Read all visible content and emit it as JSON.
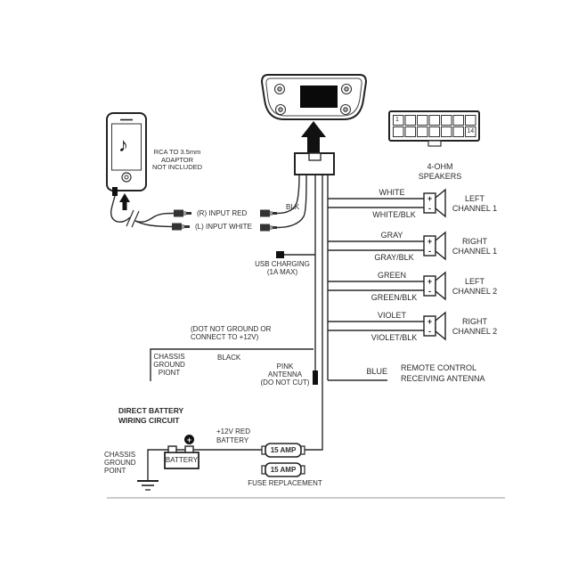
{
  "title": "Stereo head unit wiring diagram",
  "colors": {
    "line": "#2a2a2a",
    "fill_dark": "#111111",
    "divider": "#9a9a9a"
  },
  "icons": {
    "music_note": "♪",
    "plus": "+",
    "minus": "-",
    "battery_plus": "+"
  },
  "labels": {
    "adaptor_note": "RCA TO 3.5mm\nADAPTOR\nNOT INCLUDED",
    "rca_r": "(R) INPUT RED",
    "rca_l": "(L) INPUT WHITE",
    "blk": "BLK",
    "usb": "USB CHARGING\n(1A MAX)",
    "speakers_heading": "4-OHM\nSPEAKERS",
    "blue": "BLUE",
    "remote": "REMOTE CONTROL\nRECEIVING ANTENNA",
    "dot_not": "(DOT NOT GROUND OR\nCONNECT TO +12V)",
    "black": "BLACK",
    "chassis_ground_upper": "CHASSIS\nGROUND\nPIONT",
    "pink_antenna": "PINK\nANTENNA\n(DO NOT CUT)",
    "direct_battery": "DIRECT BATTERY\nWIRING CIRCUIT",
    "v12_red": "+12V RED\nBATTERY",
    "battery": "BATTERY",
    "fuse1": "15 AMP",
    "fuse2": "15 AMP",
    "fuse_replacement": "FUSE REPLACEMENT",
    "chassis_ground_lower": "CHASSIS\nGROUND\nPOINT",
    "pin_first": "1",
    "pin_last": "14"
  },
  "speaker_rows": [
    {
      "top": "WHITE",
      "bottom": "WHITE/BLK",
      "channel": "LEFT\nCHANNEL 1"
    },
    {
      "top": "GRAY",
      "bottom": "GRAY/BLK",
      "channel": "RIGHT\nCHANNEL 1"
    },
    {
      "top": "GREEN",
      "bottom": "GREEN/BLK",
      "channel": "LEFT\nCHANNEL 2"
    },
    {
      "top": "VIOLET",
      "bottom": "VIOLET/BLK",
      "channel": "RIGHT\nCHANNEL 2"
    }
  ]
}
